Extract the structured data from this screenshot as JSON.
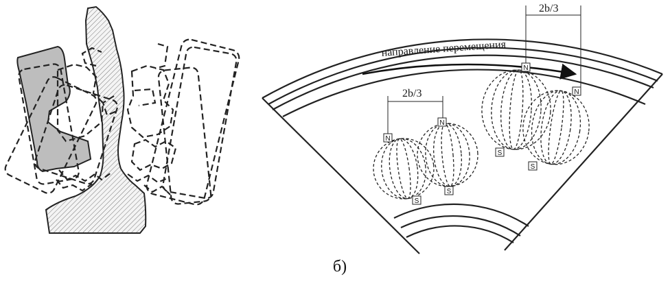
{
  "figure": {
    "caption": "б)",
    "direction_label": "направление перемещения",
    "spacing_label_left": "2b/3",
    "spacing_label_right": "2b/3",
    "pole_north": "N",
    "pole_south": "S"
  }
}
